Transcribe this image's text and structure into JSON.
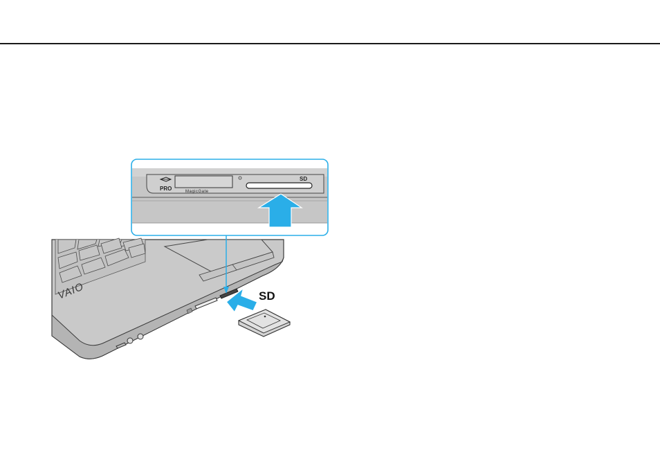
{
  "figure": {
    "slot_detail": {
      "pro_label": "PRO",
      "magicgate_label": "MagicGate",
      "sd_slot_label": "SD"
    },
    "callout_label": "SD",
    "laptop_logo": "VAIO"
  },
  "colors": {
    "accent": "#2aaee8",
    "frame": "#2aaee8",
    "body": "#c8c8c8",
    "outline": "#333333"
  }
}
